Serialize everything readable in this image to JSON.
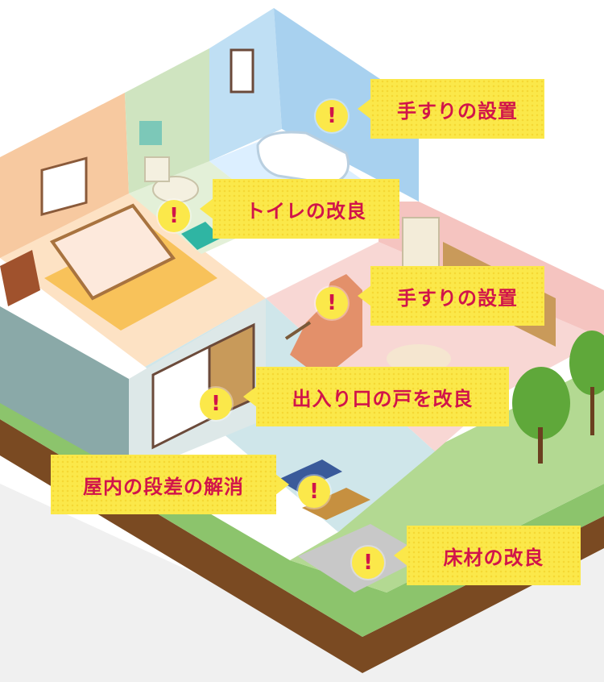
{
  "callouts": [
    {
      "id": "handrail-bath",
      "label": "手すりの設置"
    },
    {
      "id": "toilet",
      "label": "トイレの改良"
    },
    {
      "id": "handrail-stairs",
      "label": "手すりの設置"
    },
    {
      "id": "entrance-door",
      "label": "出入り口の戸を改良"
    },
    {
      "id": "floor-step",
      "label": "屋内の段差の解消"
    },
    {
      "id": "flooring",
      "label": "床材の改良"
    }
  ],
  "marker_glyph": "!",
  "colors": {
    "callout_bg": "#fbe84a",
    "callout_text": "#d1144a",
    "bedroom_wall": "#f7c9a0",
    "toilet_wall": "#cfe4c0",
    "bath_wall": "#bfdff4",
    "kitchen_wall": "#f5c4c0",
    "ground": "#a9d18e",
    "soil": "#7a4a22"
  }
}
